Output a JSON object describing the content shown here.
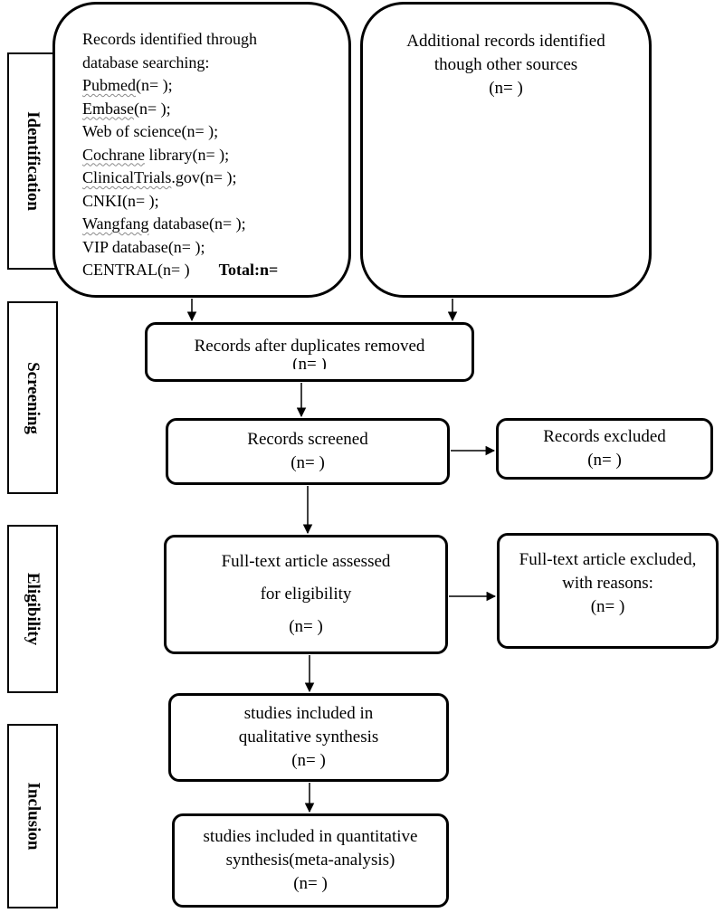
{
  "phases": {
    "identification": "Identification",
    "screening": "Screening",
    "eligibility": "Eligibility",
    "inclusion": "Inclusion"
  },
  "database_search": {
    "heading_line1": "Records identified through",
    "heading_line2": "database searching:",
    "items": [
      {
        "name": "Pubmed",
        "count": "(n= );"
      },
      {
        "name": "Embase",
        "count": "(n= );"
      },
      {
        "name": "Web of science",
        "count": "(n= );"
      },
      {
        "name": "Cochrane",
        "rest": " library(n= );"
      },
      {
        "name": "ClinicalTrials",
        "rest": ".gov(n= );"
      },
      {
        "name": "CNKI",
        "count": "(n= );"
      },
      {
        "name": "Wangfang",
        "rest": " database(n= );"
      },
      {
        "name": "VIP database",
        "count": "(n= );"
      },
      {
        "name": "CENTRAL",
        "count": "(n= )"
      }
    ],
    "total_label": "Total:n="
  },
  "other_sources": {
    "line1": "Additional records identified",
    "line2": "though other sources",
    "count": "(n= )"
  },
  "duplicates_removed": {
    "label": "Records after duplicates removed",
    "count": "(n= )"
  },
  "screened": {
    "label": "Records screened",
    "count": "(n= )"
  },
  "excluded": {
    "label": "Records excluded",
    "count": "(n= )"
  },
  "fulltext_assessed": {
    "line1": "Full-text article assessed",
    "line2": "for eligibility",
    "count": "(n= )"
  },
  "fulltext_excluded": {
    "line1": "Full-text article excluded,",
    "line2": "with reasons:",
    "count": "(n= )"
  },
  "qualitative": {
    "line1": "studies included in",
    "line2": "qualitative synthesis",
    "count": "(n= )"
  },
  "quantitative": {
    "line1": "studies included in quantitative",
    "line2": "synthesis(meta-analysis)",
    "count": "(n= )"
  }
}
